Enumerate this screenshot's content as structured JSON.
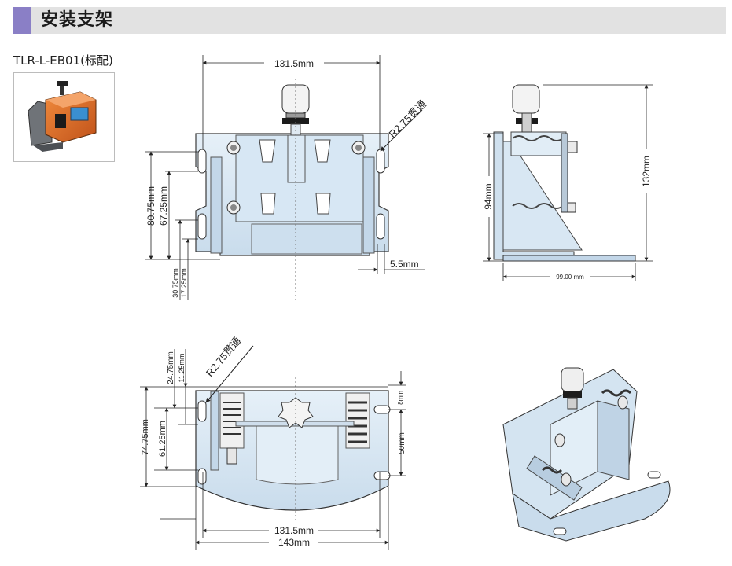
{
  "header": {
    "title": "安装支架",
    "accent_color": "#8a7fc6",
    "bar_color": "#e2e2e2"
  },
  "product": {
    "model": "TLR-L-EB01(标配)"
  },
  "front_view": {
    "width_label": "131.5mm",
    "hole_label": "R2.75贯通",
    "h1": "80.75mm",
    "h2": "67.25mm",
    "h3": "30.75mm",
    "h4": "17.25mm",
    "edge": "5.5mm"
  },
  "side_view": {
    "height_total": "132mm",
    "height_mid": "94mm",
    "depth": "99.00 mm"
  },
  "bottom_view": {
    "hole_label": "R2.75贯通",
    "v1": "24.75mm",
    "v2": "11.25mm",
    "v3": "74.75mm",
    "v4": "61.25mm",
    "v5": "8mm",
    "v6": "50mm",
    "w1": "131.5mm",
    "w2": "143mm"
  },
  "colors": {
    "plate": "#d6e6f3",
    "plate_stroke": "#4a4a4a",
    "orange": "#e0702a"
  }
}
